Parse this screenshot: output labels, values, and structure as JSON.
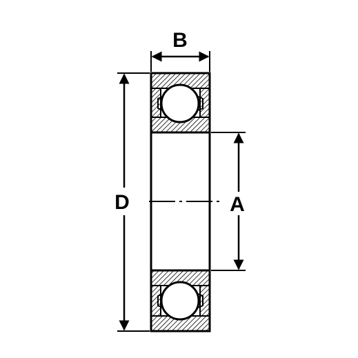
{
  "diagram": {
    "labels": {
      "width": "B",
      "outer_diameter": "D",
      "inner_diameter": "A"
    },
    "colors": {
      "line": "#000000",
      "background": "#ffffff"
    }
  }
}
